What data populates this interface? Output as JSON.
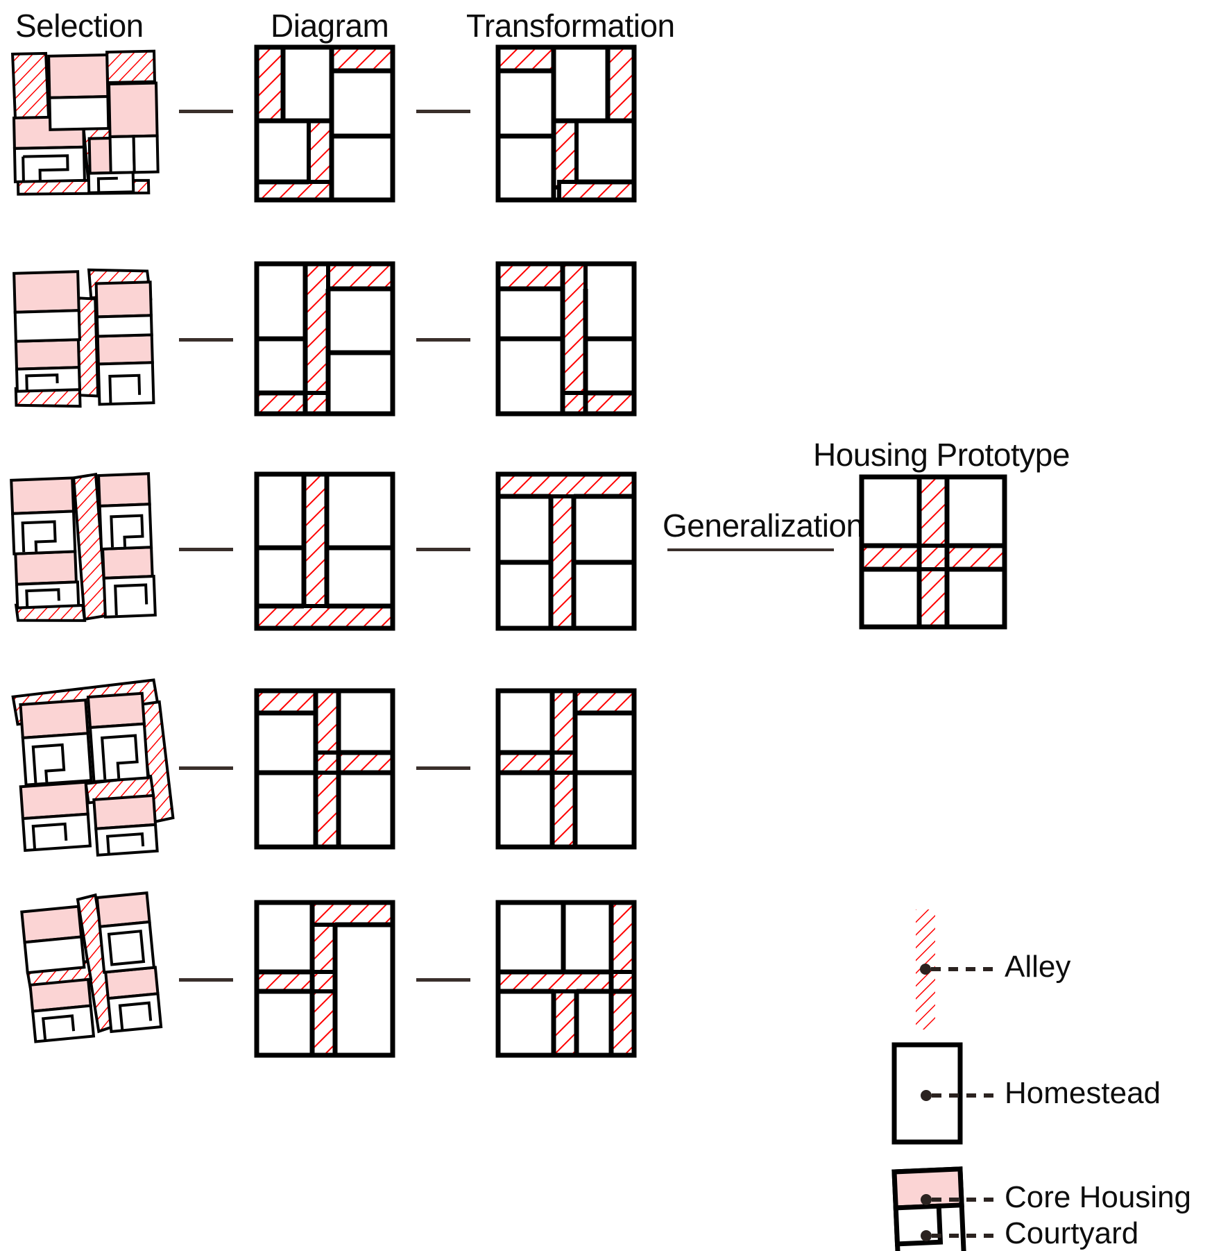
{
  "figure": {
    "type": "architectural-typology-diagram",
    "background": "#ffffff",
    "alley_color": "#ff0000",
    "core_housing_color": "#fbd4d4",
    "outline_color": "#000000",
    "connector_color": "#3a2f2b"
  },
  "headers": {
    "selection": "Selection",
    "diagram": "Diagram",
    "transformation": "Transformation",
    "housing_prototype": "Housing Prototype"
  },
  "process": {
    "generalization": "Generalization"
  },
  "legend": {
    "title": "",
    "items": [
      {
        "key": "alley",
        "label": "Alley",
        "swatch": "hatch-red-vertical-strip"
      },
      {
        "key": "homestead",
        "label": "Homestead",
        "swatch": "plain-rectangle-outline"
      },
      {
        "key": "core_housing",
        "label": "Core Housing",
        "swatch": "pink-filled-block"
      },
      {
        "key": "courtyard",
        "label": "Courtyard",
        "swatch": "inner-notched-block"
      }
    ]
  },
  "rows": [
    {
      "id": "row-1",
      "selection_caption": "",
      "diagram_caption": "",
      "transformation_caption": "",
      "alley_pattern_diagram": "left-vertical + top-right-horizontal + mid-vertical + bottom-horizontal",
      "alley_pattern_transformation": "top-left-horizontal + right-vertical + mid-vertical + bottom-horizontal"
    },
    {
      "id": "row-2",
      "selection_caption": "",
      "diagram_caption": "",
      "transformation_caption": "",
      "alley_pattern_diagram": "top-right-horizontal + center-vertical + bottom-left-horizontal",
      "alley_pattern_transformation": "top-left-horizontal + center-vertical + bottom-right-horizontal"
    },
    {
      "id": "row-3",
      "selection_caption": "",
      "diagram_caption": "",
      "transformation_caption": "",
      "alley_pattern_diagram": "center-vertical + bottom-full-horizontal",
      "alley_pattern_transformation": "top-full-horizontal + center-vertical"
    },
    {
      "id": "row-4",
      "selection_caption": "",
      "diagram_caption": "",
      "transformation_caption": "",
      "alley_pattern_diagram": "top-left-horizontal + mid-horizontal-stub + center-vertical",
      "alley_pattern_transformation": "top-right-horizontal + mid-horizontal-stub + center-vertical"
    },
    {
      "id": "row-5",
      "selection_caption": "",
      "diagram_caption": "",
      "transformation_caption": "",
      "alley_pattern_diagram": "center-vertical + mid-left-horizontal + top-notch",
      "alley_pattern_transformation": "center-vertical + mid-horizontal + right-vertical"
    }
  ],
  "prototype": {
    "description": "cross-shaped alley dividing four homestead quadrants",
    "quadrants": 4,
    "alley_shape": "cross"
  }
}
